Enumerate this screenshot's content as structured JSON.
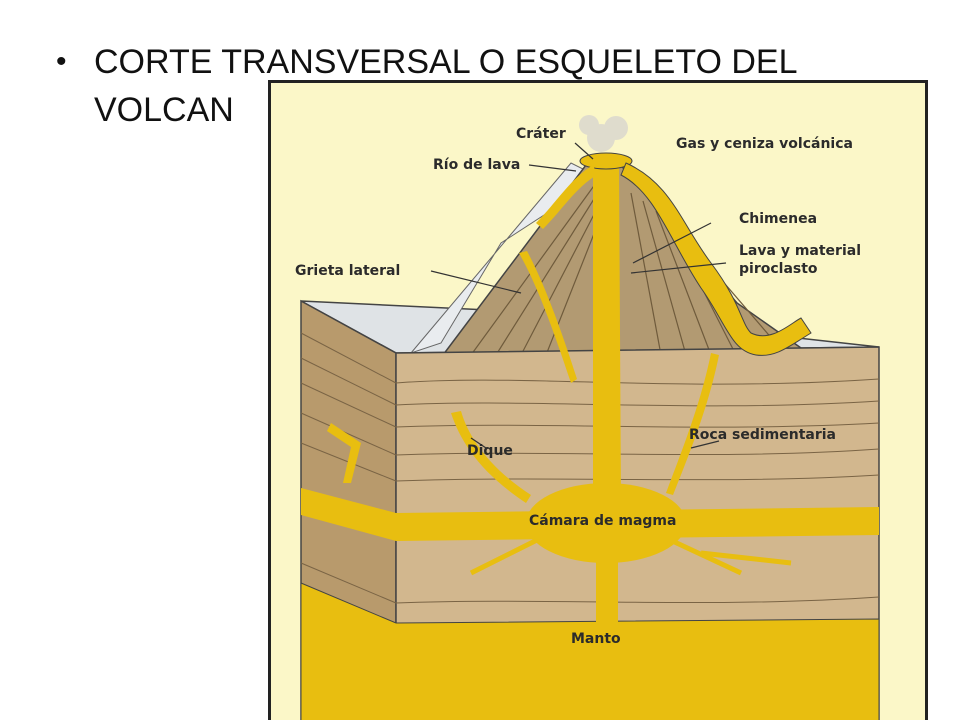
{
  "slide": {
    "bullet": "•",
    "title": "CORTE TRANSVERSAL O ESQUELETO DEL VOLCAN"
  },
  "diagram": {
    "labels": {
      "crater": "Cráter",
      "gas": "Gas y ceniza volcánica",
      "lava_river": "Río de lava",
      "chimney": "Chimenea",
      "lava_material_1": "Lava y material",
      "lava_material_2": "piroclasto",
      "lateral_crack": "Grieta lateral",
      "dike": "Dique",
      "sedimentary_rock": "Roca sedimentaria",
      "magma_chamber": "Cámara de magma",
      "mantle": "Manto"
    },
    "colors": {
      "magma": "#e8be10",
      "rock": "#c9ad82",
      "rock_front": "#d2b78e",
      "rock_side": "#b89a6c",
      "cone": "#b29a72",
      "background": "#fbf7c8",
      "snow": "#e9ecef"
    }
  }
}
